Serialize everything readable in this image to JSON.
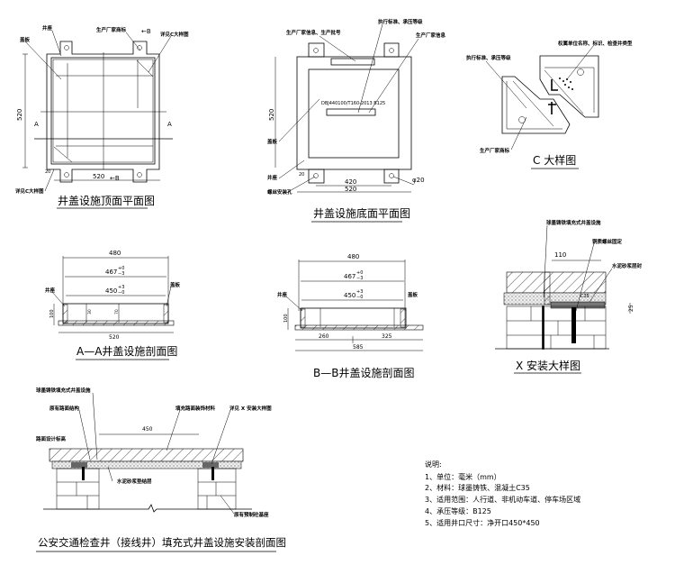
{
  "top_plan": {
    "title": "井盖设施顶面平面图",
    "label_seat": "井座",
    "label_cover": "盖板",
    "label_brand": "生产厂家商标",
    "label_section_b_top": "←B",
    "label_section_b_bottom": "←B",
    "label_see_c_top": "详见C大样图",
    "label_see_c_bottom": "详见C大样图",
    "label_a_left": "A",
    "label_a_right": "A",
    "dim_height": "520",
    "dim_width": "520",
    "dim_small": "20"
  },
  "bottom_plan": {
    "title": "井盖设施底面平面图",
    "label_maker_batch": "生产厂家信息、生产批号",
    "label_standard": "执行标准、承压等级",
    "label_maker_info": "生产厂家信息",
    "label_standard_text": "DBJ440100/T160-2013   B125",
    "label_cover": "盖板",
    "label_seat": "井座",
    "label_screw_hole": "螺丝安装孔",
    "dim_height": "520",
    "dim_inner": "420",
    "dim_outer": "520",
    "dim_hole": "φ20",
    "dim_small": "20"
  },
  "detail_c": {
    "title": "C  大样图",
    "label_owner": "权属单位名称、标识、检查井类型",
    "label_standard": "执行标准、承压等级",
    "label_brand": "生产厂家商标"
  },
  "section_aa": {
    "title": "A—A井盖设施剖面图",
    "dim_480": "480",
    "dim_467": "467",
    "tol_467_up": "+0",
    "tol_467_down": "−3",
    "dim_450": "450",
    "tol_450_up": "+3",
    "tol_450_down": "−0",
    "dim_520": "520",
    "dim_100": "100",
    "dim_30": "30",
    "dim_70": "70",
    "label_seat": "井座",
    "label_cover": "盖板"
  },
  "section_bb": {
    "title": "B—B井盖设施剖面图",
    "dim_480": "480",
    "dim_467": "467",
    "tol_467_up": "+0",
    "tol_467_down": "−3",
    "dim_450": "450",
    "tol_450_up": "+3",
    "tol_450_down": "−0",
    "dim_260": "260",
    "dim_325": "325",
    "dim_585": "585",
    "dim_100": "100",
    "label_seat": "井座",
    "label_cover": "盖板"
  },
  "detail_x": {
    "title": "X  安装大样图",
    "label_cover_facility": "球墨铸铁填充式井盖设施",
    "label_screw": "铜质螺丝固定",
    "label_mortar": "水泥砂浆层封",
    "label_c35": "C35",
    "dim_110": "110",
    "dim_25": "25"
  },
  "install_section": {
    "title": "公安交通检查井（接线井）填充式井盖设施安装剖面图",
    "label_cover_facility": "球墨铸铁填充式井盖设施",
    "label_existing_road": "原有路面结构",
    "label_fill_material": "填充路面装饰材料",
    "label_see_x": "详见 X 安装大样图",
    "label_road_level": "路面设计标高",
    "label_mortar": "水泥砂浆垫结层",
    "label_base": "原有预制砼基座",
    "dim_450": "450"
  },
  "notes": {
    "heading": "说明:",
    "items": [
      "1、单位：毫米（mm）",
      "2、材料：球墨铸铁、混凝土C35",
      "3、适用范围：人行道、非机动车道、停车场区域",
      "4、承压等级：B125",
      "5、适用井口尺寸：净开口450*450"
    ]
  }
}
